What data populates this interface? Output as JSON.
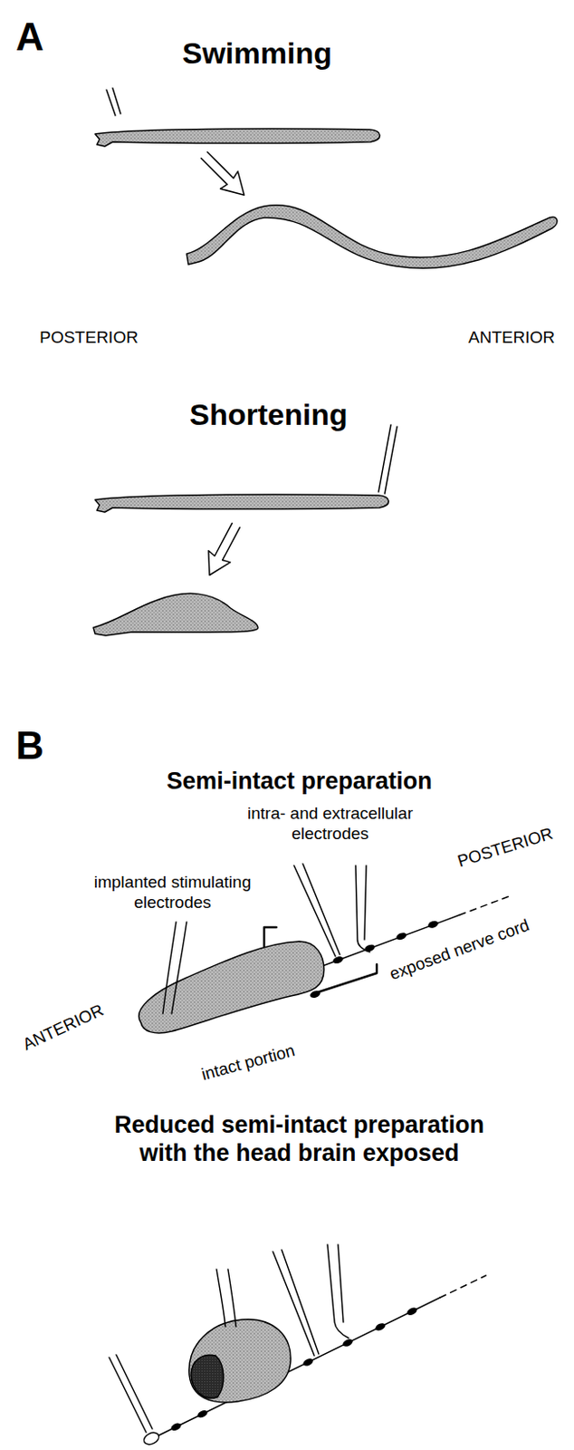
{
  "diagram": {
    "labels": [
      "A",
      "Swimming",
      "POSTERIOR",
      "ANTERIOR",
      "Shortening",
      "B",
      "Semi-intact preparation",
      "intra- and extracellular electrodes",
      "POSTERIOR",
      "implanted stimulating electrodes",
      "exposed nerve cord",
      "ANTERIOR",
      "intact portion",
      "Reduced semi-intact preparation with the head brain exposed"
    ]
  }
}
